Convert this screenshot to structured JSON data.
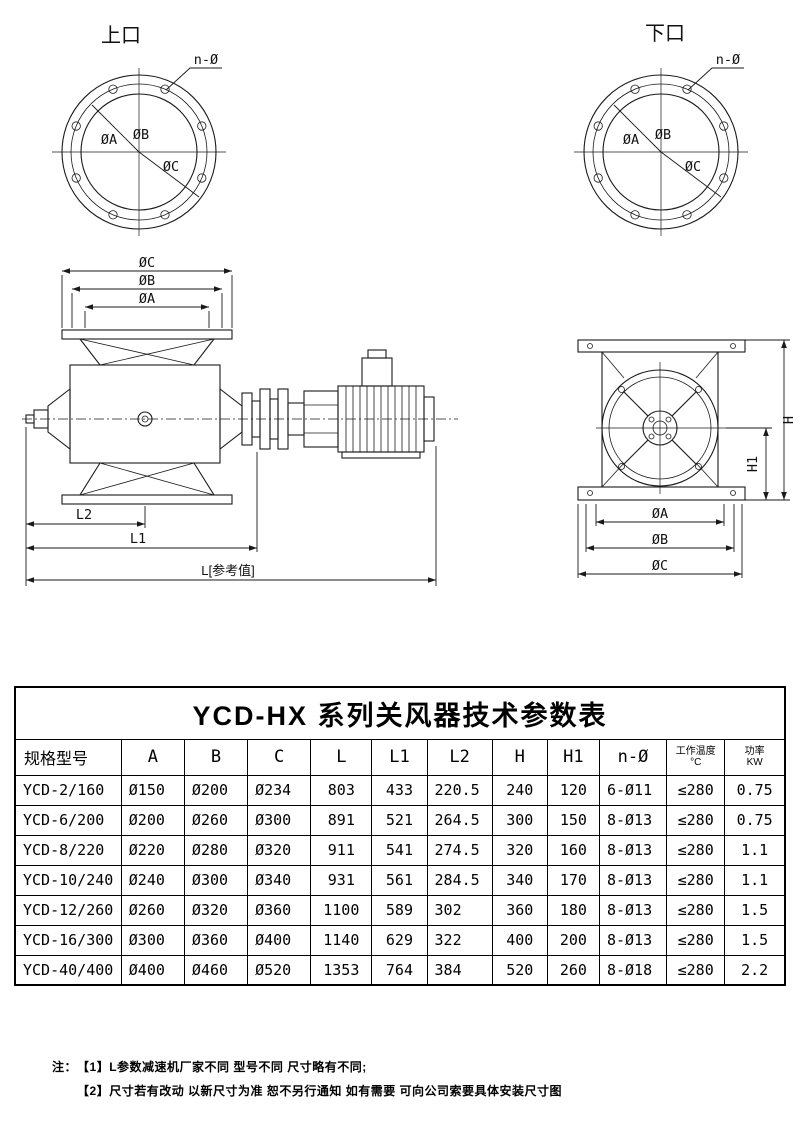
{
  "page": {
    "background": "#ffffff",
    "line_color": "#1a1a1a"
  },
  "views": {
    "top_port": {
      "title": "上口",
      "n_label": "n-Ø",
      "dia_a": "ØA",
      "dia_b": "ØB",
      "dia_c": "ØC"
    },
    "bottom_port": {
      "title": "下口",
      "n_label": "n-Ø",
      "dia_a": "ØA",
      "dia_b": "ØB",
      "dia_c": "ØC"
    },
    "side_view": {
      "dia_c": "ØC",
      "dia_b": "ØB",
      "dia_a": "ØA",
      "dim_l2": "L2",
      "dim_l1": "L1",
      "dim_l": "L[参考值]"
    },
    "front_view": {
      "dim_h": "H",
      "dim_h1": "H1",
      "dia_a": "ØA",
      "dia_b": "ØB",
      "dia_c": "ØC"
    }
  },
  "table": {
    "title": "YCD-HX 系列关风器技术参数表",
    "headers": [
      {
        "label": "规格型号"
      },
      {
        "label": "A"
      },
      {
        "label": "B"
      },
      {
        "label": "C"
      },
      {
        "label": "L"
      },
      {
        "label": "L1"
      },
      {
        "label": "L2"
      },
      {
        "label": "H"
      },
      {
        "label": "H1"
      },
      {
        "label": "n-Ø"
      },
      {
        "label": "工作温度",
        "sub": "°C"
      },
      {
        "label": "功率",
        "sub": "KW"
      }
    ],
    "rows": [
      [
        "YCD-2/160",
        "Ø150",
        "Ø200",
        "Ø234",
        "803",
        "433",
        "220.5",
        "240",
        "120",
        "6-Ø11",
        "≤280",
        "0.75"
      ],
      [
        "YCD-6/200",
        "Ø200",
        "Ø260",
        "Ø300",
        "891",
        "521",
        "264.5",
        "300",
        "150",
        "8-Ø13",
        "≤280",
        "0.75"
      ],
      [
        "YCD-8/220",
        "Ø220",
        "Ø280",
        "Ø320",
        "911",
        "541",
        "274.5",
        "320",
        "160",
        "8-Ø13",
        "≤280",
        "1.1"
      ],
      [
        "YCD-10/240",
        "Ø240",
        "Ø300",
        "Ø340",
        "931",
        "561",
        "284.5",
        "340",
        "170",
        "8-Ø13",
        "≤280",
        "1.1"
      ],
      [
        "YCD-12/260",
        "Ø260",
        "Ø320",
        "Ø360",
        "1100",
        "589",
        "302",
        "360",
        "180",
        "8-Ø13",
        "≤280",
        "1.5"
      ],
      [
        "YCD-16/300",
        "Ø300",
        "Ø360",
        "Ø400",
        "1140",
        "629",
        "322",
        "400",
        "200",
        "8-Ø13",
        "≤280",
        "1.5"
      ],
      [
        "YCD-40/400",
        "Ø400",
        "Ø460",
        "Ø520",
        "1353",
        "764",
        "384",
        "520",
        "260",
        "8-Ø18",
        "≤280",
        "2.2"
      ]
    ]
  },
  "notes": {
    "prefix": "注：",
    "items": [
      "【1】L参数减速机厂家不同 型号不同 尺寸略有不同;",
      "【2】尺寸若有改动 以新尺寸为准 恕不另行通知 如有需要 可向公司索要具体安装尺寸图"
    ]
  }
}
